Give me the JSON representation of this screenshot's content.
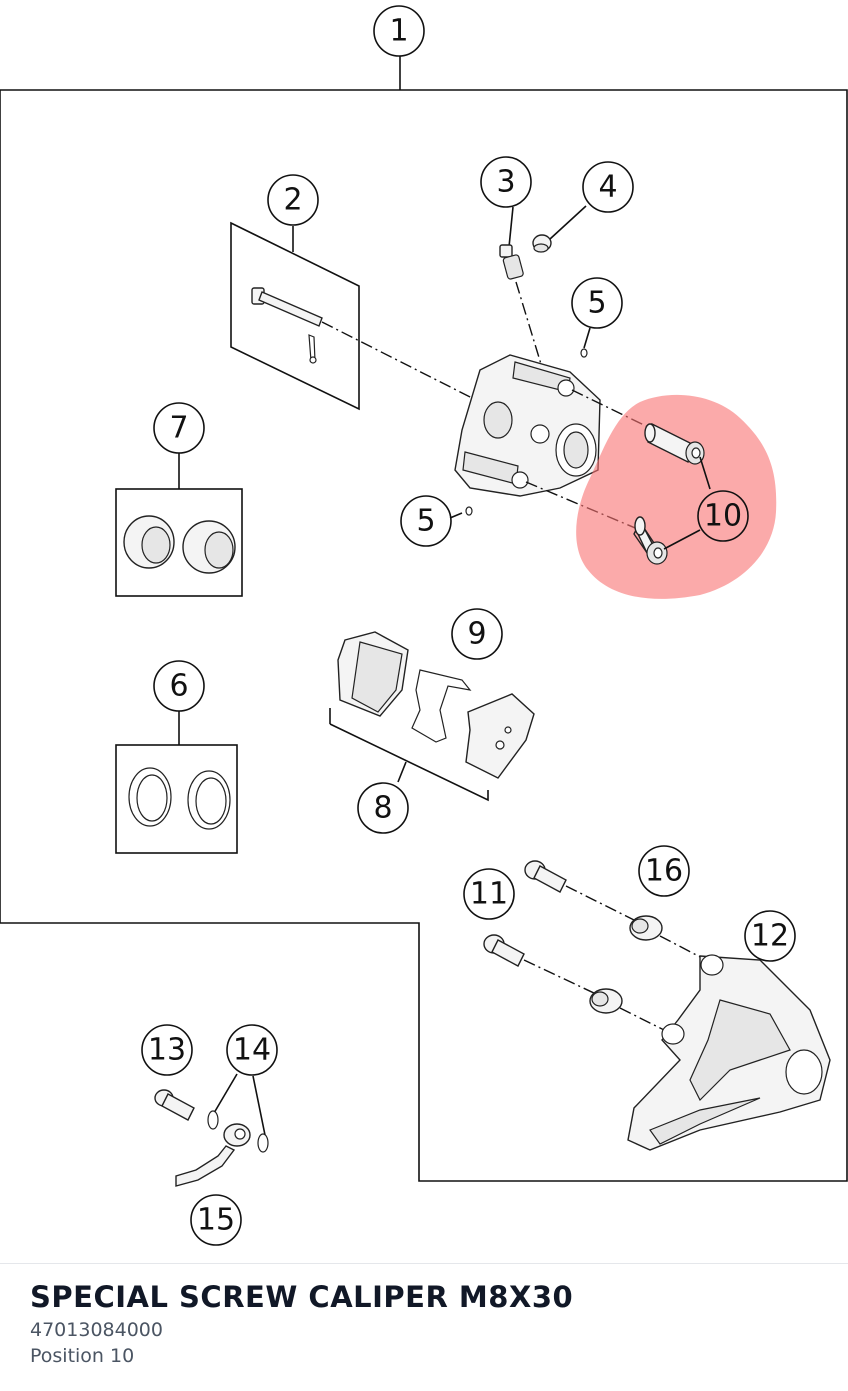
{
  "diagram": {
    "callouts": [
      {
        "id": "c1",
        "label": "1"
      },
      {
        "id": "c2",
        "label": "2"
      },
      {
        "id": "c3",
        "label": "3"
      },
      {
        "id": "c4",
        "label": "4"
      },
      {
        "id": "c5a",
        "label": "5"
      },
      {
        "id": "c5b",
        "label": "5"
      },
      {
        "id": "c6",
        "label": "6"
      },
      {
        "id": "c7",
        "label": "7"
      },
      {
        "id": "c8",
        "label": "8"
      },
      {
        "id": "c9",
        "label": "9"
      },
      {
        "id": "c10",
        "label": "10"
      },
      {
        "id": "c11",
        "label": "11"
      },
      {
        "id": "c12",
        "label": "12"
      },
      {
        "id": "c13",
        "label": "13"
      },
      {
        "id": "c14",
        "label": "14"
      },
      {
        "id": "c15",
        "label": "15"
      },
      {
        "id": "c16",
        "label": "16"
      }
    ],
    "highlight_color": "#f87171",
    "highlighted_position": "10"
  },
  "selected_part": {
    "name": "SPECIAL SCREW CALIPER M8X30",
    "number": "47013084000",
    "position": "Position 10"
  }
}
